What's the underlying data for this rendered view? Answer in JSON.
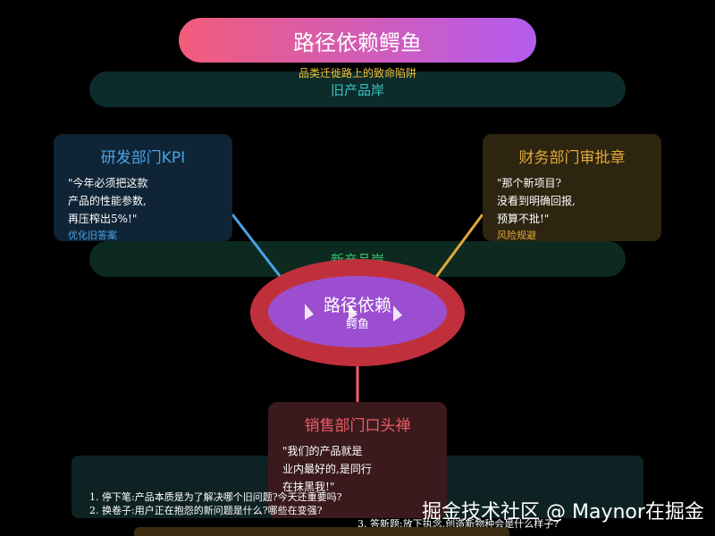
{
  "header": {
    "title": "路径依赖鳄鱼",
    "subtitle": "品类迁徙路上的致命陷阱"
  },
  "banks": {
    "old": "旧产品岸",
    "new": "新产品岸"
  },
  "cards": {
    "rd": {
      "title": "研发部门KPI",
      "quote": "\"今年必须把这款\n产品的性能参数,\n再压榨出5%!\"",
      "tag": "优化旧答案"
    },
    "finance": {
      "title": "财务部门审批章",
      "quote": "\"那个新项目?\n没看到明确回报,\n预算不批!\"",
      "tag": "风险规避"
    },
    "sales": {
      "title": "销售部门口头禅",
      "quote": "\"我们的产品就是\n业内最好的,是同行\n在抹黑我!\""
    }
  },
  "crocodile": {
    "main": "路径依赖",
    "sub": "鳄鱼"
  },
  "meeting": {
    "title": "拆弹会议:三个核心问题",
    "questions": [
      "1. 停下笔:产品本质是为了解决哪个旧问题?今天还重要吗?",
      "2. 换卷子:用户正在抱怨的新问题是什么?哪些在变强?",
      "3. 答新题:放下执念,创造新物种会是什么样子?"
    ]
  },
  "watermark": "掘金技术社区 @ Maynor在掘金",
  "colors": {
    "title_gradient_start": "#f25c7a",
    "title_gradient_end": "#b45cf0",
    "rd_accent": "#4aa3e6",
    "finance_accent": "#e0a93a",
    "sales_accent": "#ee5c68",
    "crocodile_outer": "#c0303c",
    "crocodile_inner": "#9b4fd0"
  }
}
